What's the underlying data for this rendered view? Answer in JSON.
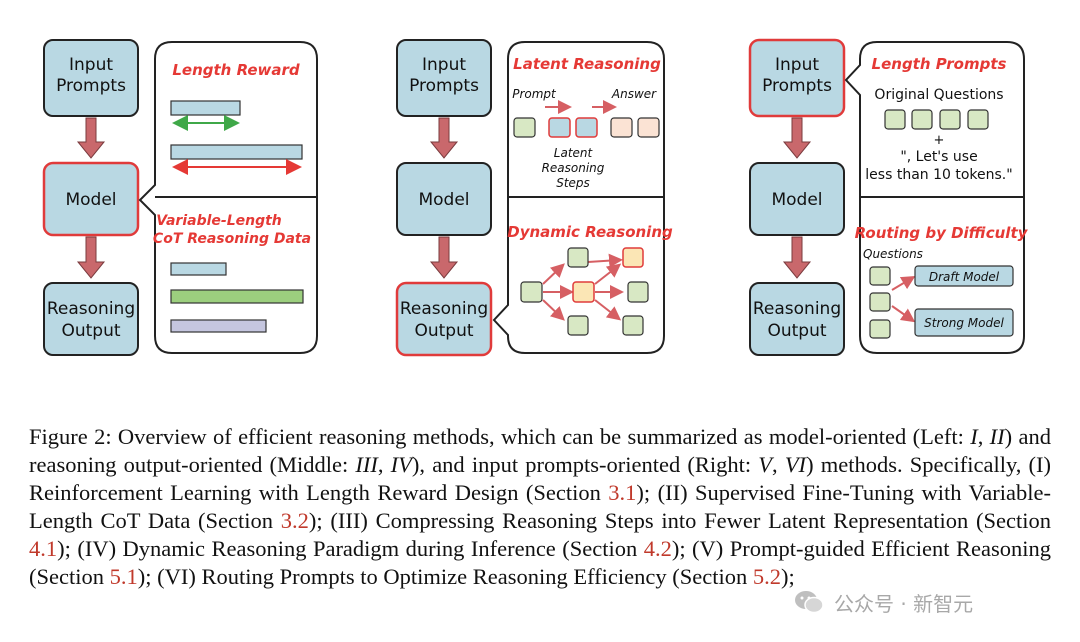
{
  "panels": {
    "left": {
      "input_box": [
        "Input",
        "Prompts"
      ],
      "model_box": "Model",
      "output_box": [
        "Reasoning",
        "Output"
      ],
      "top_title": "Length Reward",
      "bottom_title": [
        "Variable-Length",
        "CoT Reasoning Data"
      ]
    },
    "middle": {
      "input_box": [
        "Input",
        "Prompts"
      ],
      "model_box": "Model",
      "output_box": [
        "Reasoning",
        "Output"
      ],
      "top_title": "Latent Reasoning",
      "prompt_label": "Prompt",
      "answer_label": "Answer",
      "steps_label": [
        "Latent",
        "Reasoning",
        "Steps"
      ],
      "bottom_title": "Dynamic Reasoning"
    },
    "right": {
      "input_box": [
        "Input",
        "Prompts"
      ],
      "model_box": "Model",
      "output_box": [
        "Reasoning",
        "Output"
      ],
      "top_title": "Length Prompts",
      "original_questions": "Original Questions",
      "plus": "+",
      "prompt_suffix": [
        "\", Let's use",
        "less than 10 tokens.\""
      ],
      "bottom_title": "Routing by Difficulty",
      "questions_label": "Questions",
      "draft_model": "Draft Model",
      "strong_model": "Strong Model"
    }
  },
  "colors": {
    "box_fill": "#b9d8e3",
    "highlight_red": "#e03b3b",
    "title_red": "#e53935",
    "arrow_fill": "#c9686c",
    "green_fill": "#d8e8c4",
    "green_line": "#3fa848",
    "bar_green": "#9ccf7e",
    "bar_purple": "#c5c6df",
    "yellow_fill": "#fbe6b5"
  },
  "caption": {
    "p1": "Figure 2:   Overview of efficient reasoning methods, which can be summarized as model-oriented (Left: ",
    "l_i": "I",
    "p2": ", ",
    "l_ii": "II",
    "p3": ") and reasoning output-oriented (Middle: ",
    "l_iii": "III",
    "p4": ", ",
    "l_iv": "IV",
    "p5": "), and input prompts-oriented (Right: ",
    "l_v": "V",
    "p6": ", ",
    "l_vi": "VI",
    "p7": ") methods. Specifically, (I) Reinforcement Learning with Length Reward Design (Section ",
    "r1": "3.1",
    "p8": "); (II) Supervised Fine-Tuning with Variable-Length CoT Data (Section ",
    "r2": "3.2",
    "p9": "); (III) Compressing Reasoning Steps into Fewer Latent Representation (Section ",
    "r3": "4.1",
    "p10": "); (IV) Dynamic Reasoning Paradigm during Inference (Section ",
    "r4": "4.2",
    "p11": "); (V) Prompt-guided Efficient Reasoning (Section ",
    "r5": "5.1",
    "p12": "); (VI) Routing Prompts to Optimize Reasoning Efficiency (Section ",
    "r6": "5.2",
    "p13": ");"
  },
  "watermark": "公众号 · 新智元"
}
